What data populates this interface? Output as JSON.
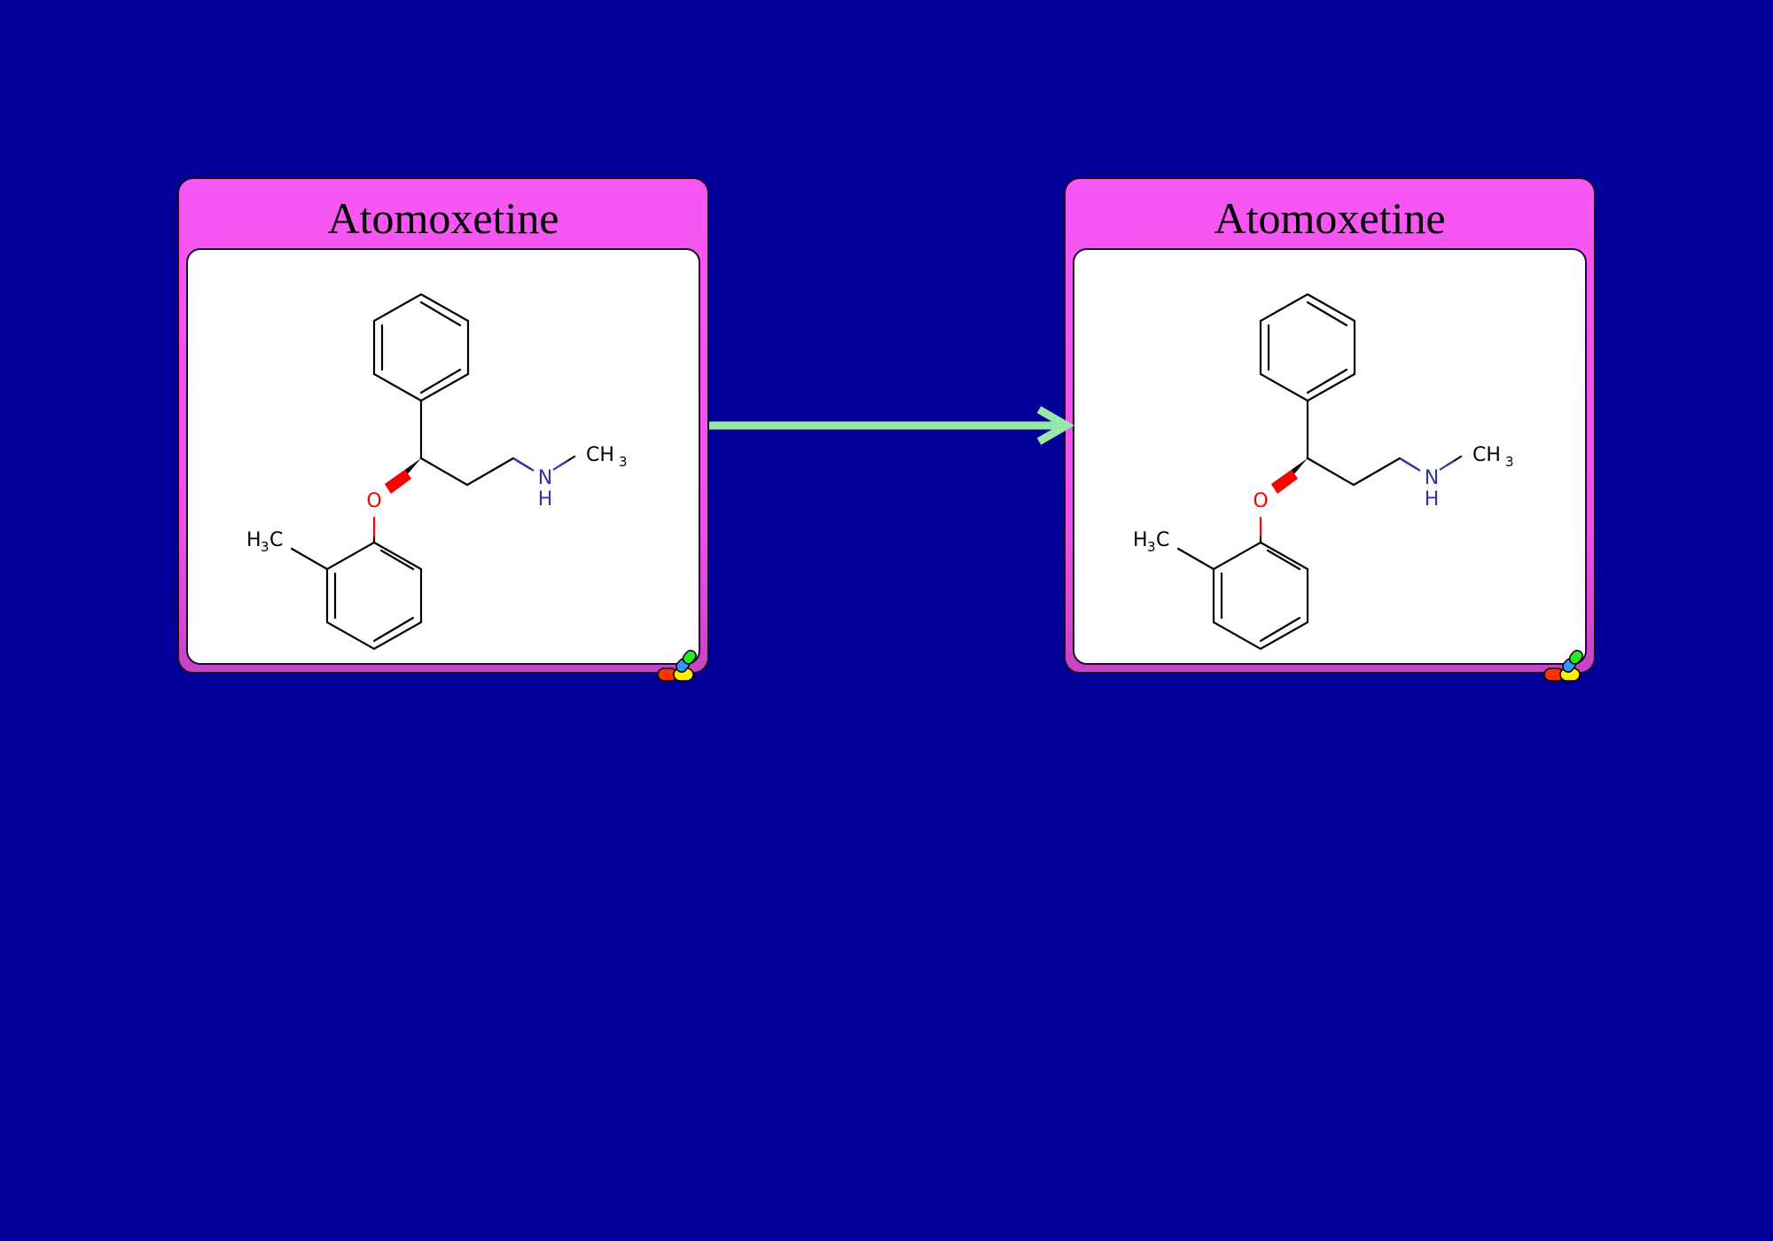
{
  "nodes": [
    {
      "title": "Atomoxetine",
      "atoms": {
        "oxygen": "O",
        "nitrogen": "N",
        "n_hydrogen": "H",
        "methyl_left": "H",
        "methyl_left_sub": "3",
        "methyl_left_c": "C",
        "methyl_right": "CH",
        "methyl_right_sub": "3"
      },
      "icon": "drug-capsule-icon"
    },
    {
      "title": "Atomoxetine",
      "atoms": {
        "oxygen": "O",
        "nitrogen": "N",
        "n_hydrogen": "H",
        "methyl_left": "H",
        "methyl_left_sub": "3",
        "methyl_left_c": "C",
        "methyl_right": "CH",
        "methyl_right_sub": "3"
      },
      "icon": "drug-capsule-icon"
    }
  ],
  "edge": {
    "icon": "arrow-right-icon",
    "color": "#98e8a8"
  },
  "colors": {
    "background": "#000099",
    "node_fill": "#f757f2",
    "oxygen": "#ff0000",
    "nitrogen": "#3333aa"
  }
}
